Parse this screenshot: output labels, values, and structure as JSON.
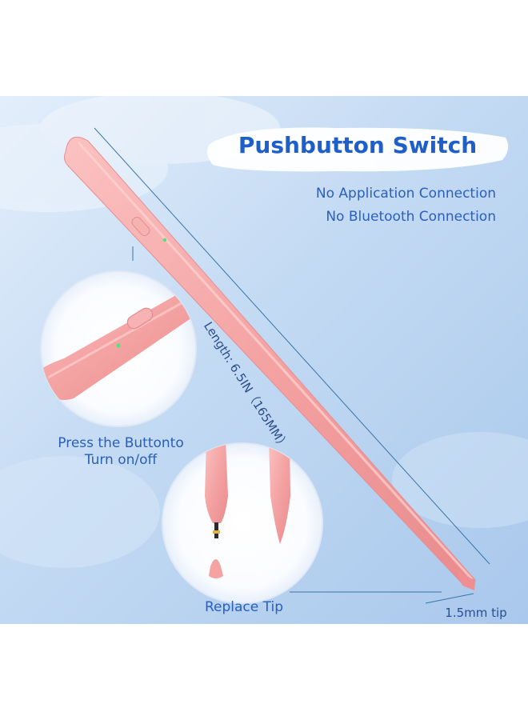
{
  "banner": {
    "title": "Pushbutton Switch",
    "line1": "No Application Connection",
    "line2": "No Bluetooth Connection"
  },
  "annotations": {
    "length": "Length: 6.5IN（165MM）",
    "press": "Press the Buttonto Turn on/off",
    "replace": "Replace Tip",
    "tip": "1.5mm tip"
  },
  "colors": {
    "pen": "#f5a3a4",
    "background": "#bcd6f2",
    "heading": "#1f5fc9",
    "indicator-led": "#55e07a"
  },
  "icons": [
    "power-button-icon",
    "indicator-led-icon"
  ]
}
